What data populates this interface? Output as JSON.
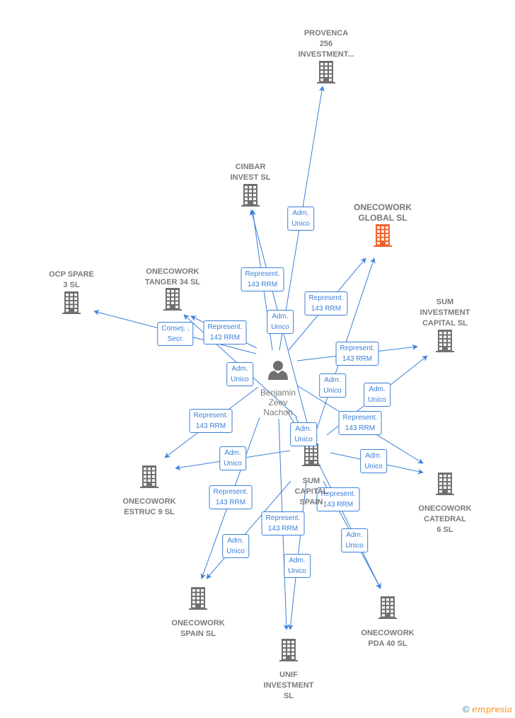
{
  "colors": {
    "edge": "#3a7fd9",
    "company": "#707070",
    "highlight": "#f4622c",
    "person": "#707070"
  },
  "nodes": [
    {
      "id": "provenca",
      "type": "company",
      "icon": "building-icon",
      "lines": [
        "PROVENCA",
        "256",
        "INVESTMENT..."
      ]
    },
    {
      "id": "cinbar",
      "type": "company",
      "icon": "building-icon",
      "lines": [
        "CINBAR",
        "INVEST  SL"
      ]
    },
    {
      "id": "global",
      "type": "company",
      "icon": "building-icon",
      "highlight": true,
      "lines": [
        "ONECOWORK",
        "GLOBAL  SL"
      ]
    },
    {
      "id": "ocp",
      "type": "company",
      "icon": "building-icon",
      "lines": [
        "OCP SPARE",
        "3  SL"
      ]
    },
    {
      "id": "tanger",
      "type": "company",
      "icon": "building-icon",
      "lines": [
        "ONECOWORK",
        "TANGER 34  SL"
      ]
    },
    {
      "id": "suminv",
      "type": "company",
      "icon": "building-icon",
      "lines": [
        "SUM",
        "INVESTMENT",
        "CAPITAL  SL"
      ]
    },
    {
      "id": "person",
      "type": "person",
      "icon": "person-icon",
      "lines": [
        "Benjamin",
        "Zeev",
        "Nachon"
      ]
    },
    {
      "id": "sumcap",
      "type": "company",
      "icon": "building-icon",
      "lines": [
        "SUM",
        "CAPITAL",
        "SPAIN"
      ]
    },
    {
      "id": "estruc",
      "type": "company",
      "icon": "building-icon",
      "lines": [
        "ONECOWORK",
        "ESTRUC 9  SL"
      ]
    },
    {
      "id": "catedral",
      "type": "company",
      "icon": "building-icon",
      "lines": [
        "ONECOWORK",
        "CATEDRAL",
        "6  SL"
      ]
    },
    {
      "id": "spain",
      "type": "company",
      "icon": "building-icon",
      "lines": [
        "ONECOWORK",
        "SPAIN  SL"
      ]
    },
    {
      "id": "pda",
      "type": "company",
      "icon": "building-icon",
      "lines": [
        "ONECOWORK",
        "PDA 40  SL"
      ]
    },
    {
      "id": "unif",
      "type": "company",
      "icon": "building-icon",
      "lines": [
        "UNIF",
        "INVESTMENT",
        "SL"
      ]
    }
  ],
  "edges": [
    {
      "from": "person",
      "to": "provenca",
      "label": [
        "Adm.",
        "Unico"
      ]
    },
    {
      "from": "person",
      "to": "cinbar",
      "label": [
        "Adm.",
        "Unico"
      ]
    },
    {
      "from": "sumcap",
      "to": "cinbar",
      "label": [
        "Represent.",
        "143 RRM"
      ]
    },
    {
      "from": "person",
      "to": "global",
      "label": [
        "Represent.",
        "143 RRM"
      ]
    },
    {
      "from": "sumcap",
      "to": "global",
      "label": [
        "Adm.",
        "Unico"
      ]
    },
    {
      "from": "person",
      "to": "ocp",
      "label": [
        "Consej. ,",
        "Secr."
      ]
    },
    {
      "from": "person",
      "to": "tanger",
      "label": [
        "Represent.",
        "143 RRM"
      ]
    },
    {
      "from": "sumcap",
      "to": "tanger",
      "label": [
        "Adm.",
        "Unico"
      ]
    },
    {
      "from": "person",
      "to": "suminv",
      "label": [
        "Represent.",
        "143 RRM"
      ]
    },
    {
      "from": "sumcap",
      "to": "suminv",
      "label": [
        "Adm.",
        "Unico"
      ]
    },
    {
      "from": "person",
      "to": "estruc",
      "label": [
        "Represent.",
        "143 RRM"
      ]
    },
    {
      "from": "sumcap",
      "to": "estruc",
      "label": [
        "Adm.",
        "Unico"
      ]
    },
    {
      "from": "person",
      "to": "catedral",
      "label": [
        "Represent.",
        "143 RRM"
      ]
    },
    {
      "from": "sumcap",
      "to": "catedral",
      "label": [
        "Adm.",
        "Unico"
      ]
    },
    {
      "from": "person",
      "to": "spain",
      "label": [
        "Represent.",
        "143 RRM"
      ]
    },
    {
      "from": "sumcap",
      "to": "spain",
      "label": [
        "Adm.",
        "Unico"
      ]
    },
    {
      "from": "person",
      "to": "pda",
      "label": [
        "Represent.",
        "143 RRM"
      ]
    },
    {
      "from": "sumcap",
      "to": "pda",
      "label": [
        "Adm.",
        "Unico"
      ]
    },
    {
      "from": "person",
      "to": "unif",
      "label": [
        "Represent.",
        "143 RRM"
      ]
    },
    {
      "from": "sumcap",
      "to": "unif",
      "label": [
        "Adm.",
        "Unico"
      ]
    },
    {
      "from": "person",
      "to": "sumcap",
      "label": [
        "Adm.",
        "Unico"
      ]
    }
  ],
  "credit": {
    "symbol": "©",
    "brand_initial": "e",
    "brand_rest": "mpresia"
  }
}
